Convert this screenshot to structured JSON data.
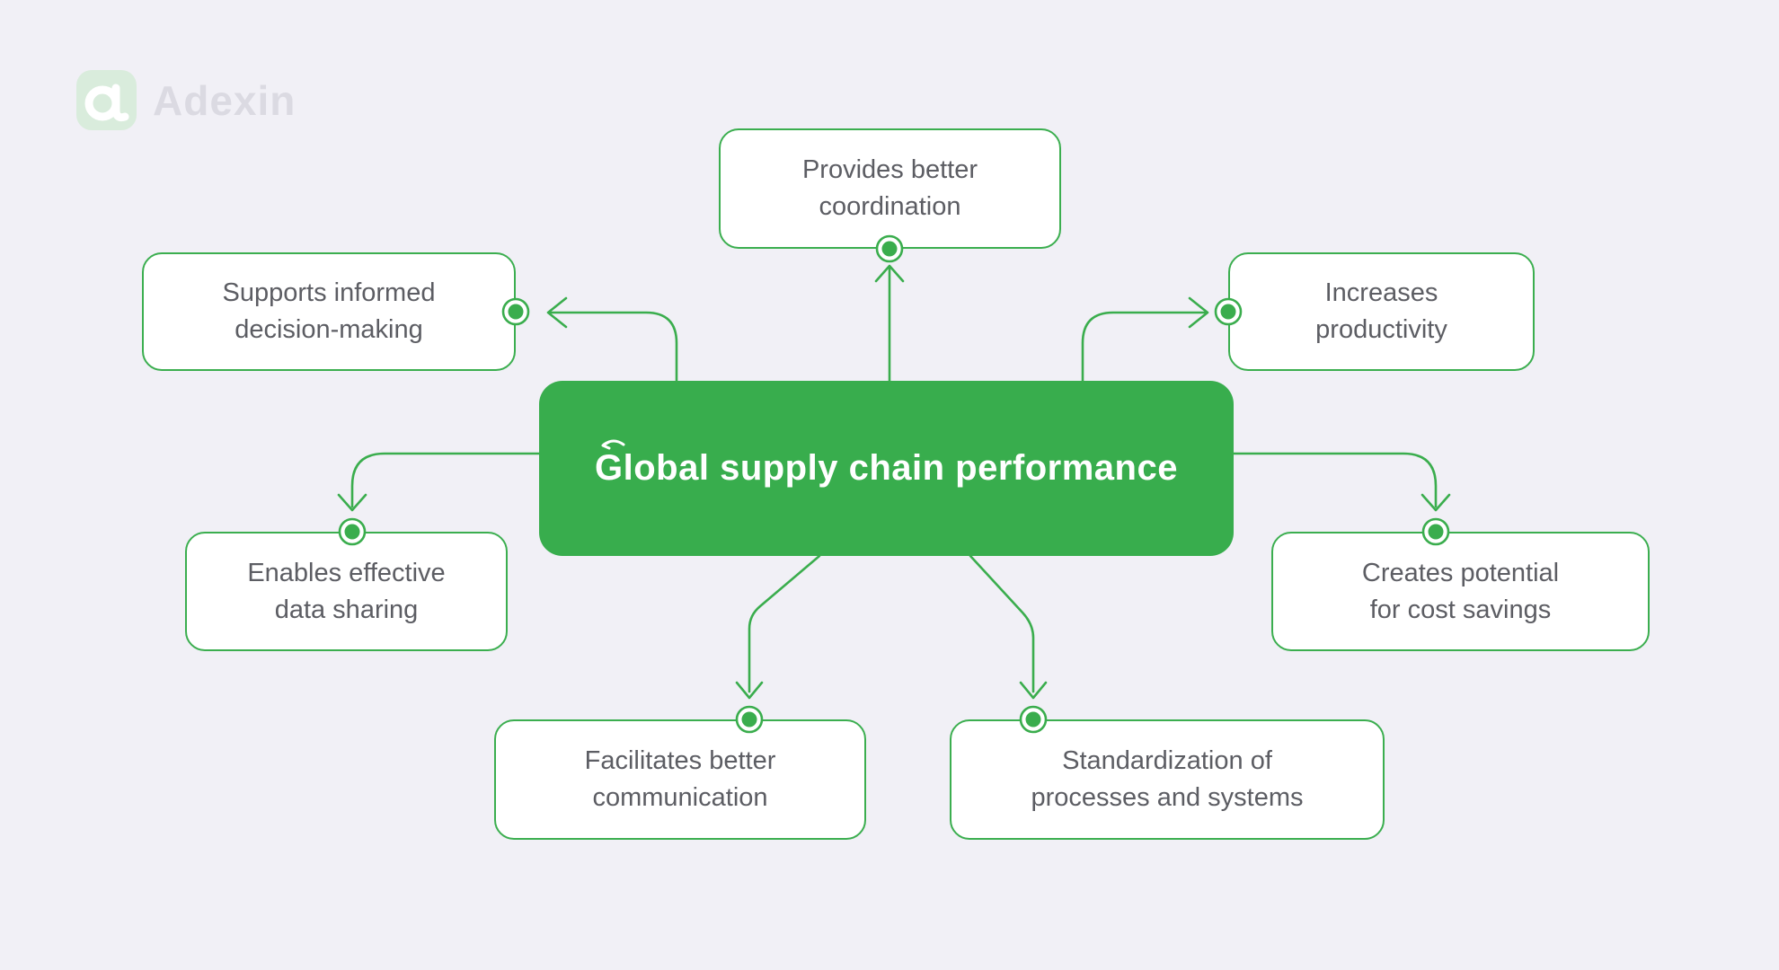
{
  "logo": {
    "brand": "Adexin"
  },
  "center": {
    "title": "Global supply chain performance"
  },
  "nodes": [
    {
      "id": "provides-better-coordination",
      "label": "Provides better coordination",
      "lines": [
        "Provides better",
        "coordination"
      ]
    },
    {
      "id": "supports-informed-decision-making",
      "label": "Supports informed decision-making",
      "lines": [
        "Supports informed",
        "decision-making"
      ]
    },
    {
      "id": "increases-productivity",
      "label": "Increases productivity",
      "lines": [
        "Increases",
        "productivity"
      ]
    },
    {
      "id": "enables-effective-data-sharing",
      "label": "Enables effective data sharing",
      "lines": [
        "Enables effective",
        "data sharing"
      ]
    },
    {
      "id": "creates-potential-for-cost-savings",
      "label": "Creates potential for cost savings",
      "lines": [
        "Creates potential",
        "for cost savings"
      ]
    },
    {
      "id": "facilitates-better-communication",
      "label": "Facilitates better communication",
      "lines": [
        "Facilitates better",
        "communication"
      ]
    },
    {
      "id": "standardization-of-processes-and-systems",
      "label": "Standardization of processes and systems",
      "lines": [
        "Standardization of",
        "processes and systems"
      ]
    }
  ],
  "colors": {
    "accent_green": "#38AD4D",
    "box_border_green": "#3BAE4F",
    "box_text_gray": "#5C5D63",
    "background": "#F1F0F6",
    "logo_tile_green": "#D9ECDC",
    "logo_text_gray": "#DBDAE2",
    "title_white": "#FFFFFF"
  }
}
